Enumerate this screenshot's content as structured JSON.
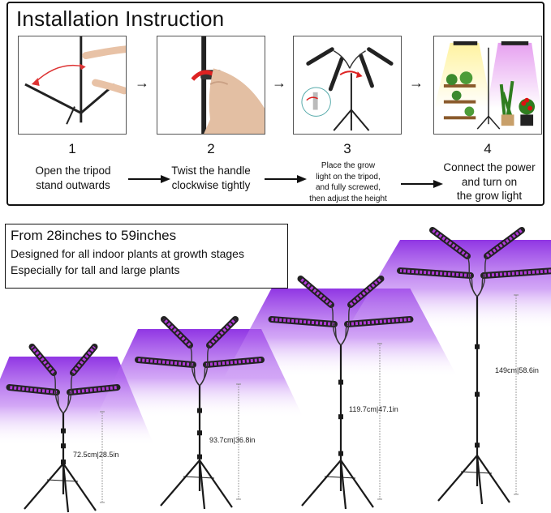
{
  "install": {
    "title": "Installation Instruction",
    "steps": [
      {
        "num": "1",
        "line1": "Open the tripod",
        "line2": "stand outwards"
      },
      {
        "num": "2",
        "line1": "Twist the handle",
        "line2": "clockwise tightly"
      },
      {
        "num": "3",
        "line1": "Place the grow",
        "line2": "light on the tripod,",
        "line3": "and fully screwed,",
        "line4": "then adjust the height"
      },
      {
        "num": "4",
        "line1": "Connect the power",
        "line2": "and turn on",
        "line3": "the grow light"
      }
    ]
  },
  "info": {
    "title": "From 28inches to 59inches",
    "line1": "Designed for all indoor plants at growth stages",
    "line2": "Especially for tall and large plants"
  },
  "stands": [
    {
      "cm": "72.5cm",
      "in": "28.5in"
    },
    {
      "cm": "93.7cm",
      "in": "36.8in"
    },
    {
      "cm": "119.7cm",
      "in": "47.1in"
    },
    {
      "cm": "149cm",
      "in": "58.6in"
    }
  ],
  "colors": {
    "glow": "#8a2be2",
    "light_panel": "#b03ad8",
    "stand": "#1a1a1a"
  }
}
